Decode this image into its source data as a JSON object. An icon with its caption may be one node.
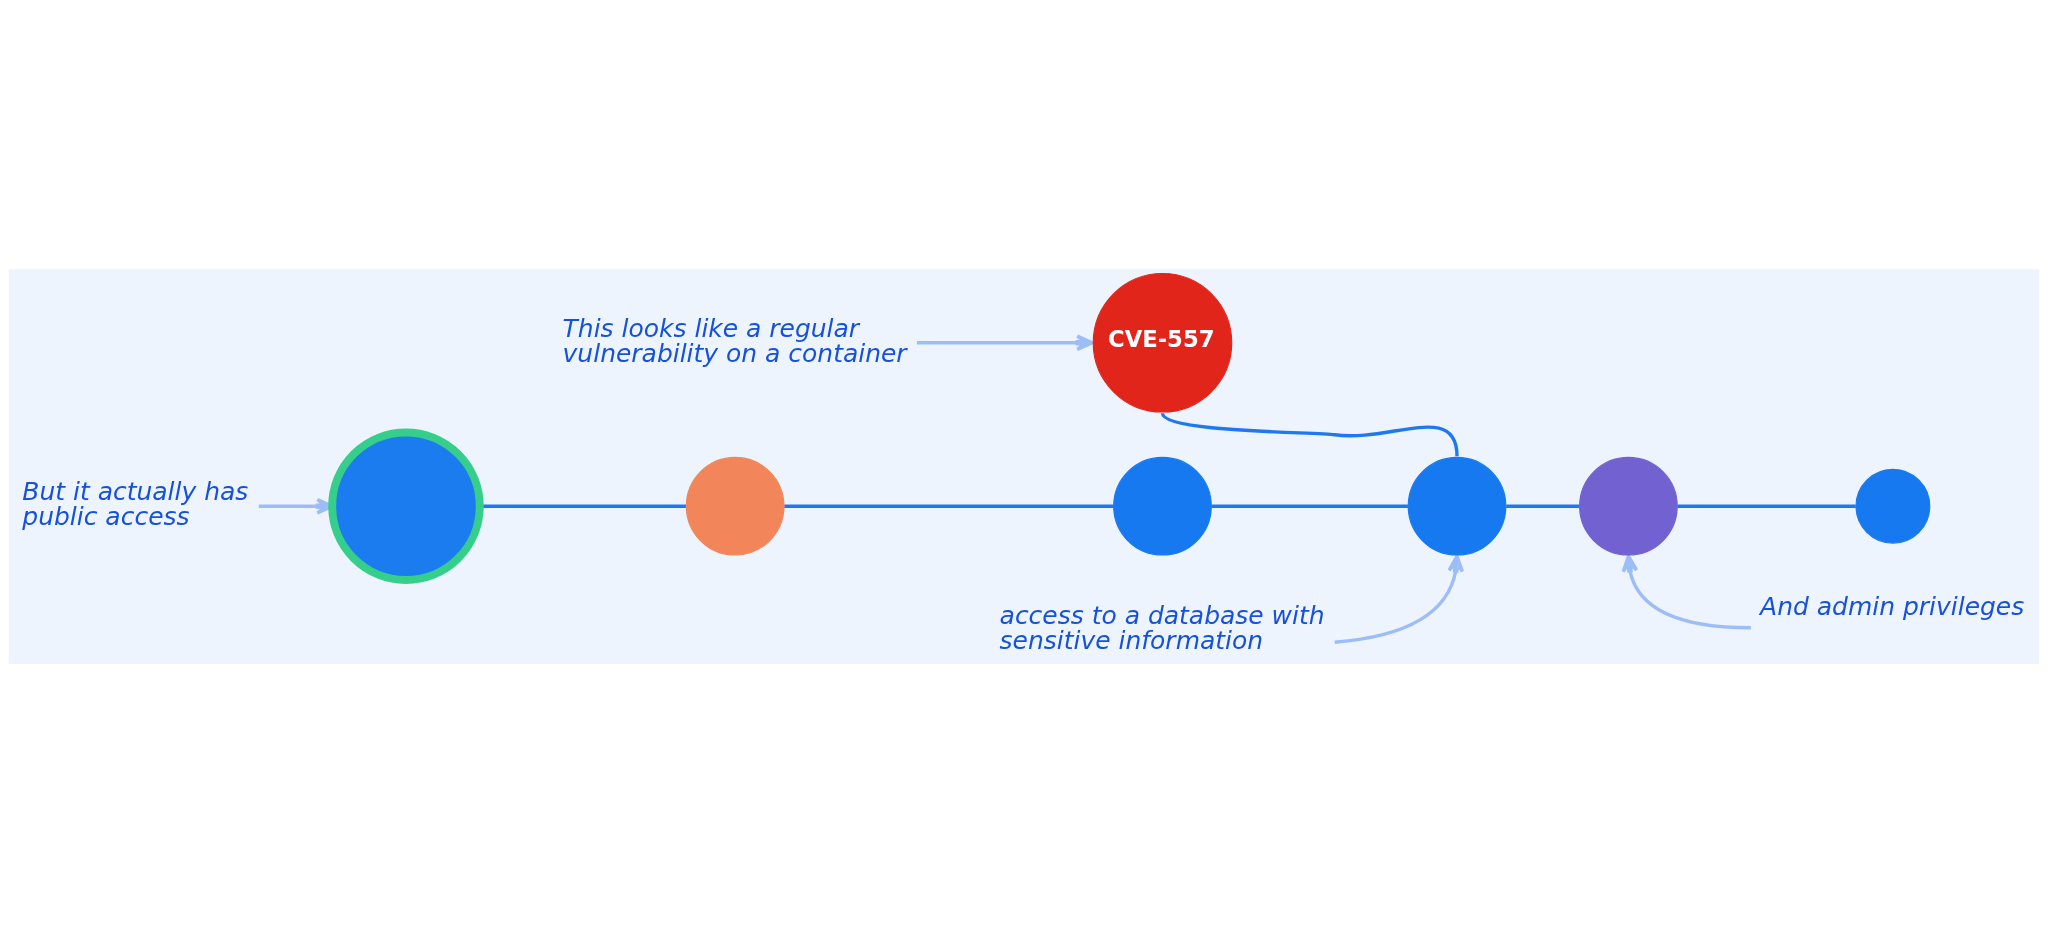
{
  "diagram": {
    "nodes": [
      {
        "text": [
          "This looks like a regular vulnerability on a container"
        ]
      },
      {
        "text": [
          "CVE-557"
        ]
      },
      {
        "text": [
          "But it actually has public access"
        ]
      },
      {
        "text": [],
        "shape": "circle"
      },
      {
        "text": [],
        "shape": "circle"
      },
      {
        "text": [],
        "shape": "circle"
      },
      {
        "text": [],
        "shape": "circle"
      },
      {
        "text": [],
        "shape": "circle"
      },
      {
        "text": [],
        "shape": "circle"
      },
      {
        "text": [
          "access to a database with sensitive information"
        ]
      },
      {
        "text": [
          "And admin privileges"
        ]
      }
    ],
    "edges": [
      {
        "from": 0,
        "to": 1,
        "arrow": "to",
        "color": "#9dbdf6"
      },
      {
        "from": 2,
        "to": 3,
        "arrow": "to",
        "color": "#9dbdf6"
      },
      {
        "from": 3,
        "to": 4,
        "arrow": "none"
      },
      {
        "from": 4,
        "to": 5,
        "arrow": "none"
      },
      {
        "from": 5,
        "to": 6,
        "arrow": "none"
      },
      {
        "from": 1,
        "to": 6,
        "arrow": "none"
      },
      {
        "from": 6,
        "to": 7,
        "arrow": "none"
      },
      {
        "from": 7,
        "to": 8,
        "arrow": "none"
      },
      {
        "from": 9,
        "to": 6,
        "arrow": "to",
        "color": "#9dbdf6"
      },
      {
        "from": 10,
        "to": 7,
        "arrow": "to",
        "color": "#9dbdf6"
      }
    ]
  }
}
